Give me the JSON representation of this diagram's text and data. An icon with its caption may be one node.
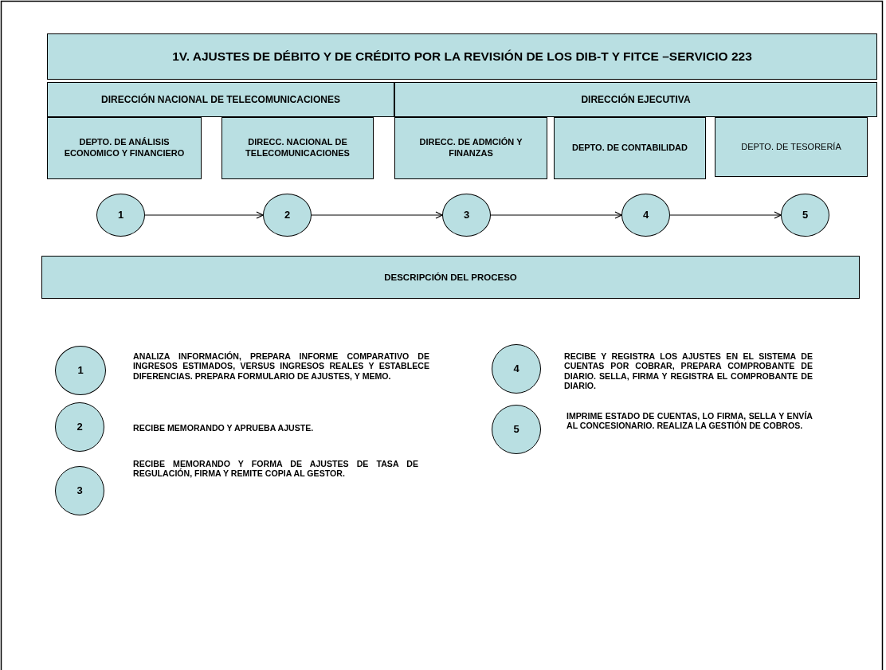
{
  "diagram": {
    "nodes": [
      {
        "text": [
          "1V.   AJUSTES DE DÉBITO Y DE  CRÉDITO POR LA  REVISIÓN DE LOS DIB-T Y FITCE –SERVICIO 223"
        ]
      },
      {
        "text": [
          "DIRECCIÓN NACIONAL DE TELECOMUNICACIONES"
        ]
      },
      {
        "text": [
          "DIRECCIÓN EJECUTIVA"
        ]
      },
      {
        "text": [
          "DEPTO. DE ANÁLISIS ECONOMICO Y FINANCIERO"
        ]
      },
      {
        "text": [
          "DIRECC. NACIONAL DE TELECOMUNICACIONES"
        ]
      },
      {
        "text": [
          "DIRECC. DE  ADMCIÓN Y FINANZAS"
        ]
      },
      {
        "text": [
          "DEPTO. DE CONTABILIDAD"
        ]
      },
      {
        "text": [
          "DEPTO. DE TESORERÍA"
        ]
      },
      {
        "text": [
          "1"
        ]
      },
      {
        "text": [
          "2"
        ]
      },
      {
        "text": [
          "3"
        ]
      },
      {
        "text": [
          "4"
        ]
      },
      {
        "text": [
          "5"
        ]
      },
      {
        "text": [
          "DESCRIPCIÓN DEL PROCESO"
        ]
      },
      {
        "text": [
          "1"
        ],
        "beside": [
          "ANALIZA INFORMACIÓN, PREPARA INFORME COMPARATIVO DE INGRESOS ESTIMADOS, VERSUS INGRESOS REALES Y ESTABLECE  DIFERENCIAS. PREPARA  FORMULARIO DE AJUSTES, Y MEMO."
        ]
      },
      {
        "text": [
          "2"
        ],
        "beside": [
          "RECIBE MEMORANDO Y APRUEBA AJUSTE."
        ]
      },
      {
        "text": [
          "3"
        ],
        "beside": [
          "RECIBE MEMORANDO Y FORMA DE AJUSTES DE TASA DE REGULACIÓN, FIRMA Y REMITE COPIA AL GESTOR."
        ]
      },
      {
        "text": [
          "4"
        ],
        "beside": [
          "RECIBE Y REGISTRA LOS AJUSTES EN EL SISTEMA DE CUENTAS POR COBRAR, PREPARA COMPROBANTE DE DIARIO. SELLA, FIRMA Y REGISTRA EL COMPROBANTE DE DIARIO."
        ]
      },
      {
        "text": [
          "5"
        ],
        "beside": [
          "IMPRIME ESTADO DE CUENTAS, LO FIRMA, SELLA Y ENVÍA AL CONCESIONARIO. REALIZA LA GESTIÓN DE COBROS."
        ]
      }
    ],
    "edges": [
      {
        "from": 8,
        "to": 9,
        "arrow": "to"
      },
      {
        "from": 9,
        "to": 10,
        "arrow": "to"
      },
      {
        "from": 10,
        "to": 11,
        "arrow": "to"
      },
      {
        "from": 11,
        "to": 12,
        "arrow": "to"
      }
    ]
  }
}
